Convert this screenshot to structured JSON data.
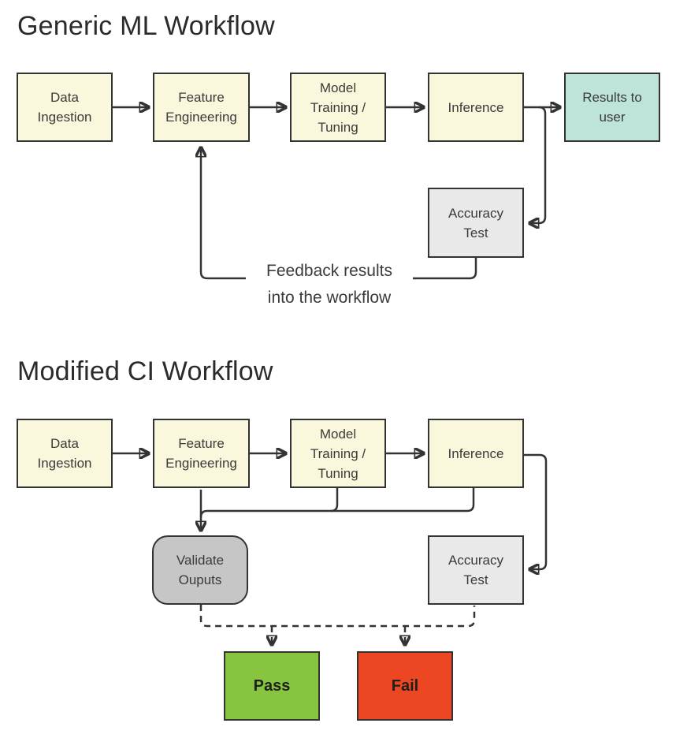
{
  "diagram": {
    "background_color": "#FFFFFF",
    "line_color": "#333333",
    "text_color": "#3A3A3A",
    "title_color": "#2B2B2B"
  },
  "sections": {
    "generic": {
      "title": "Generic ML Workflow",
      "nodes": {
        "data_ingestion": {
          "label": "Data\nIngestion",
          "fill": "#FAF8DC"
        },
        "feature_engineering": {
          "label": "Feature\nEngineering",
          "fill": "#FAF8DC"
        },
        "model_training": {
          "label": "Model\nTraining /\nTuning",
          "fill": "#FAF8DC"
        },
        "inference": {
          "label": "Inference",
          "fill": "#FAF8DC"
        },
        "results_to_user": {
          "label": "Results to\nuser",
          "fill": "#BEE3D8"
        },
        "accuracy_test": {
          "label": "Accuracy\nTest",
          "fill": "#E9E9E9"
        }
      },
      "annotation": "Feedback results\ninto the workflow",
      "edges": [
        {
          "from": "data_ingestion",
          "to": "feature_engineering",
          "style": "solid"
        },
        {
          "from": "feature_engineering",
          "to": "model_training",
          "style": "solid"
        },
        {
          "from": "model_training",
          "to": "inference",
          "style": "solid"
        },
        {
          "from": "inference",
          "to": "results_to_user",
          "style": "solid"
        },
        {
          "from": "inference",
          "to": "accuracy_test",
          "style": "solid"
        },
        {
          "from": "accuracy_test",
          "to": "feature_engineering",
          "style": "solid"
        }
      ]
    },
    "modified": {
      "title": "Modified CI Workflow",
      "nodes": {
        "data_ingestion": {
          "label": "Data\nIngestion",
          "fill": "#FAF8DC"
        },
        "feature_engineering": {
          "label": "Feature\nEngineering",
          "fill": "#FAF8DC"
        },
        "model_training": {
          "label": "Model\nTraining /\nTuning",
          "fill": "#FAF8DC"
        },
        "inference": {
          "label": "Inference",
          "fill": "#FAF8DC"
        },
        "validate_outputs": {
          "label": "Validate\nOuputs",
          "fill": "#C6C6C6"
        },
        "accuracy_test": {
          "label": "Accuracy\nTest",
          "fill": "#E9E9E9"
        },
        "pass": {
          "label": "Pass",
          "fill": "#87C540"
        },
        "fail": {
          "label": "Fail",
          "fill": "#EC4623"
        }
      },
      "edges": [
        {
          "from": "data_ingestion",
          "to": "feature_engineering",
          "style": "solid"
        },
        {
          "from": "feature_engineering",
          "to": "model_training",
          "style": "solid"
        },
        {
          "from": "model_training",
          "to": "inference",
          "style": "solid"
        },
        {
          "from": "feature_engineering",
          "to": "validate_outputs",
          "style": "solid"
        },
        {
          "from": "model_training",
          "to": "validate_outputs",
          "style": "solid"
        },
        {
          "from": "inference",
          "to": "validate_outputs",
          "style": "solid"
        },
        {
          "from": "inference",
          "to": "accuracy_test",
          "style": "solid"
        },
        {
          "from": "validate_outputs",
          "to": "pass",
          "style": "dashed"
        },
        {
          "from": "validate_outputs",
          "to": "fail",
          "style": "dashed"
        },
        {
          "from": "accuracy_test",
          "to": "pass",
          "style": "dashed"
        },
        {
          "from": "accuracy_test",
          "to": "fail",
          "style": "dashed"
        }
      ]
    }
  }
}
